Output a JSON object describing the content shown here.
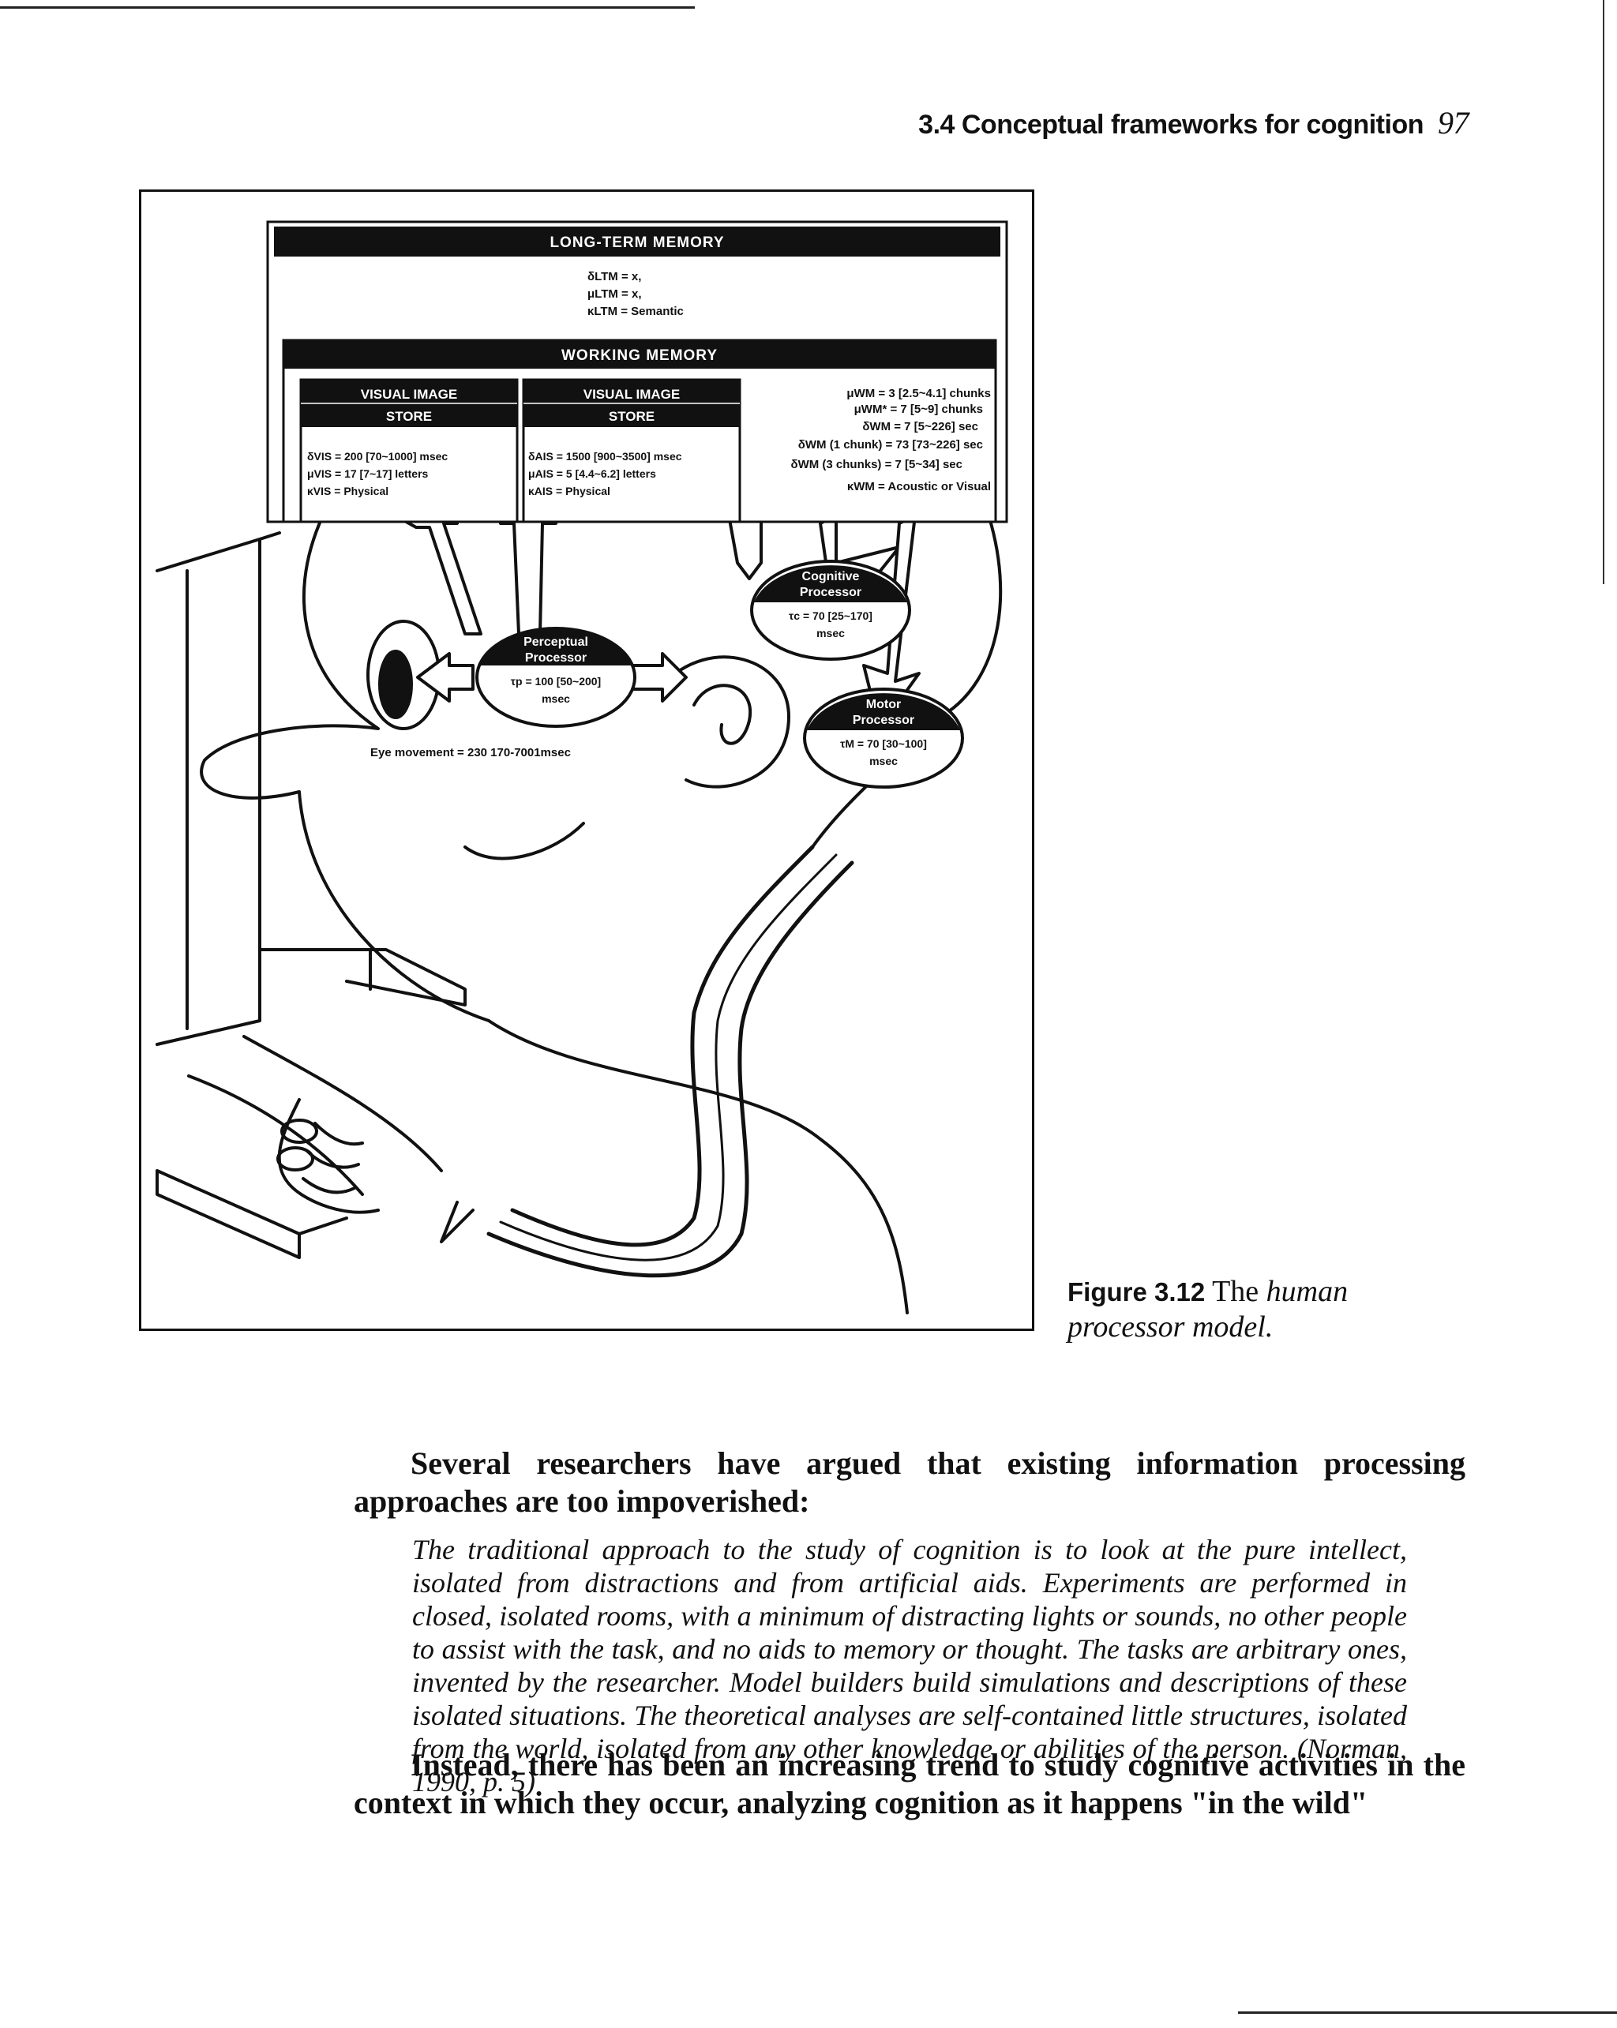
{
  "running_head": {
    "section": "3.4 Conceptual frameworks for cognition",
    "page": "97"
  },
  "figure": {
    "long_term_memory": {
      "title": "LONG-TERM MEMORY",
      "params": [
        "δLTM = x,",
        "μLTM = x,",
        "κLTM = Semantic"
      ]
    },
    "working_memory": {
      "title": "WORKING MEMORY",
      "params": [
        "μWM = 3 [2.5~4.1] chunks",
        "μWM* = 7 [5~9] chunks",
        "δWM = 7 [5~226] sec",
        "δWM (1 chunk) = 73 [73~226] sec",
        "δWM (3 chunks) = 7 [5~34] sec",
        "κWM = Acoustic or Visual"
      ]
    },
    "visual_store": {
      "title_1": "VISUAL IMAGE",
      "title_2": "STORE",
      "params": [
        "δVIS = 200 [70~1000] msec",
        "μVIS = 17 [7~17] letters",
        "κVIS = Physical"
      ]
    },
    "auditory_store": {
      "title_1": "VISUAL IMAGE",
      "title_2": "STORE",
      "params": [
        "δAIS = 1500 [900~3500] msec",
        "μAIS = 5 [4.4~6.2] letters",
        "κAIS = Physical"
      ]
    },
    "perceptual_processor": {
      "title_1": "Perceptual",
      "title_2": "Processor",
      "value": "τp = 100 [50~200]",
      "unit": "msec"
    },
    "cognitive_processor": {
      "title_1": "Cognitive",
      "title_2": "Processor",
      "value": "τc = 70 [25~170]",
      "unit": "msec"
    },
    "motor_processor": {
      "title_1": "Motor",
      "title_2": "Processor",
      "value": "τM = 70 [30~100]",
      "unit": "msec"
    },
    "eye_movement": "Eye movement = 230 170-7001msec"
  },
  "caption": {
    "number": "Figure 3.12",
    "text_before": "The ",
    "text_italic": "human processor model."
  },
  "body": {
    "para_1": "Several researchers have argued that existing information processing approaches are too impoverished:",
    "quote": "The traditional approach to the study of cognition is to look at the pure intellect, isolated from distractions and from artificial aids. Experiments are performed in closed, isolated rooms, with a minimum of distracting lights or sounds, no other people to assist with the task, and no aids to memory or thought. The tasks are arbitrary ones, invented by the researcher. Model builders build simulations and descriptions of these isolated situations. The theoretical analyses are self-contained little structures, isolated from the world, isolated from any other knowledge or abilities of the person. (Norman, 1990, p. 5)",
    "para_2": "Instead, there has been an increasing trend to study cognitive activities in the context in which they occur, analyzing cognition as it happens \"in the wild\""
  }
}
